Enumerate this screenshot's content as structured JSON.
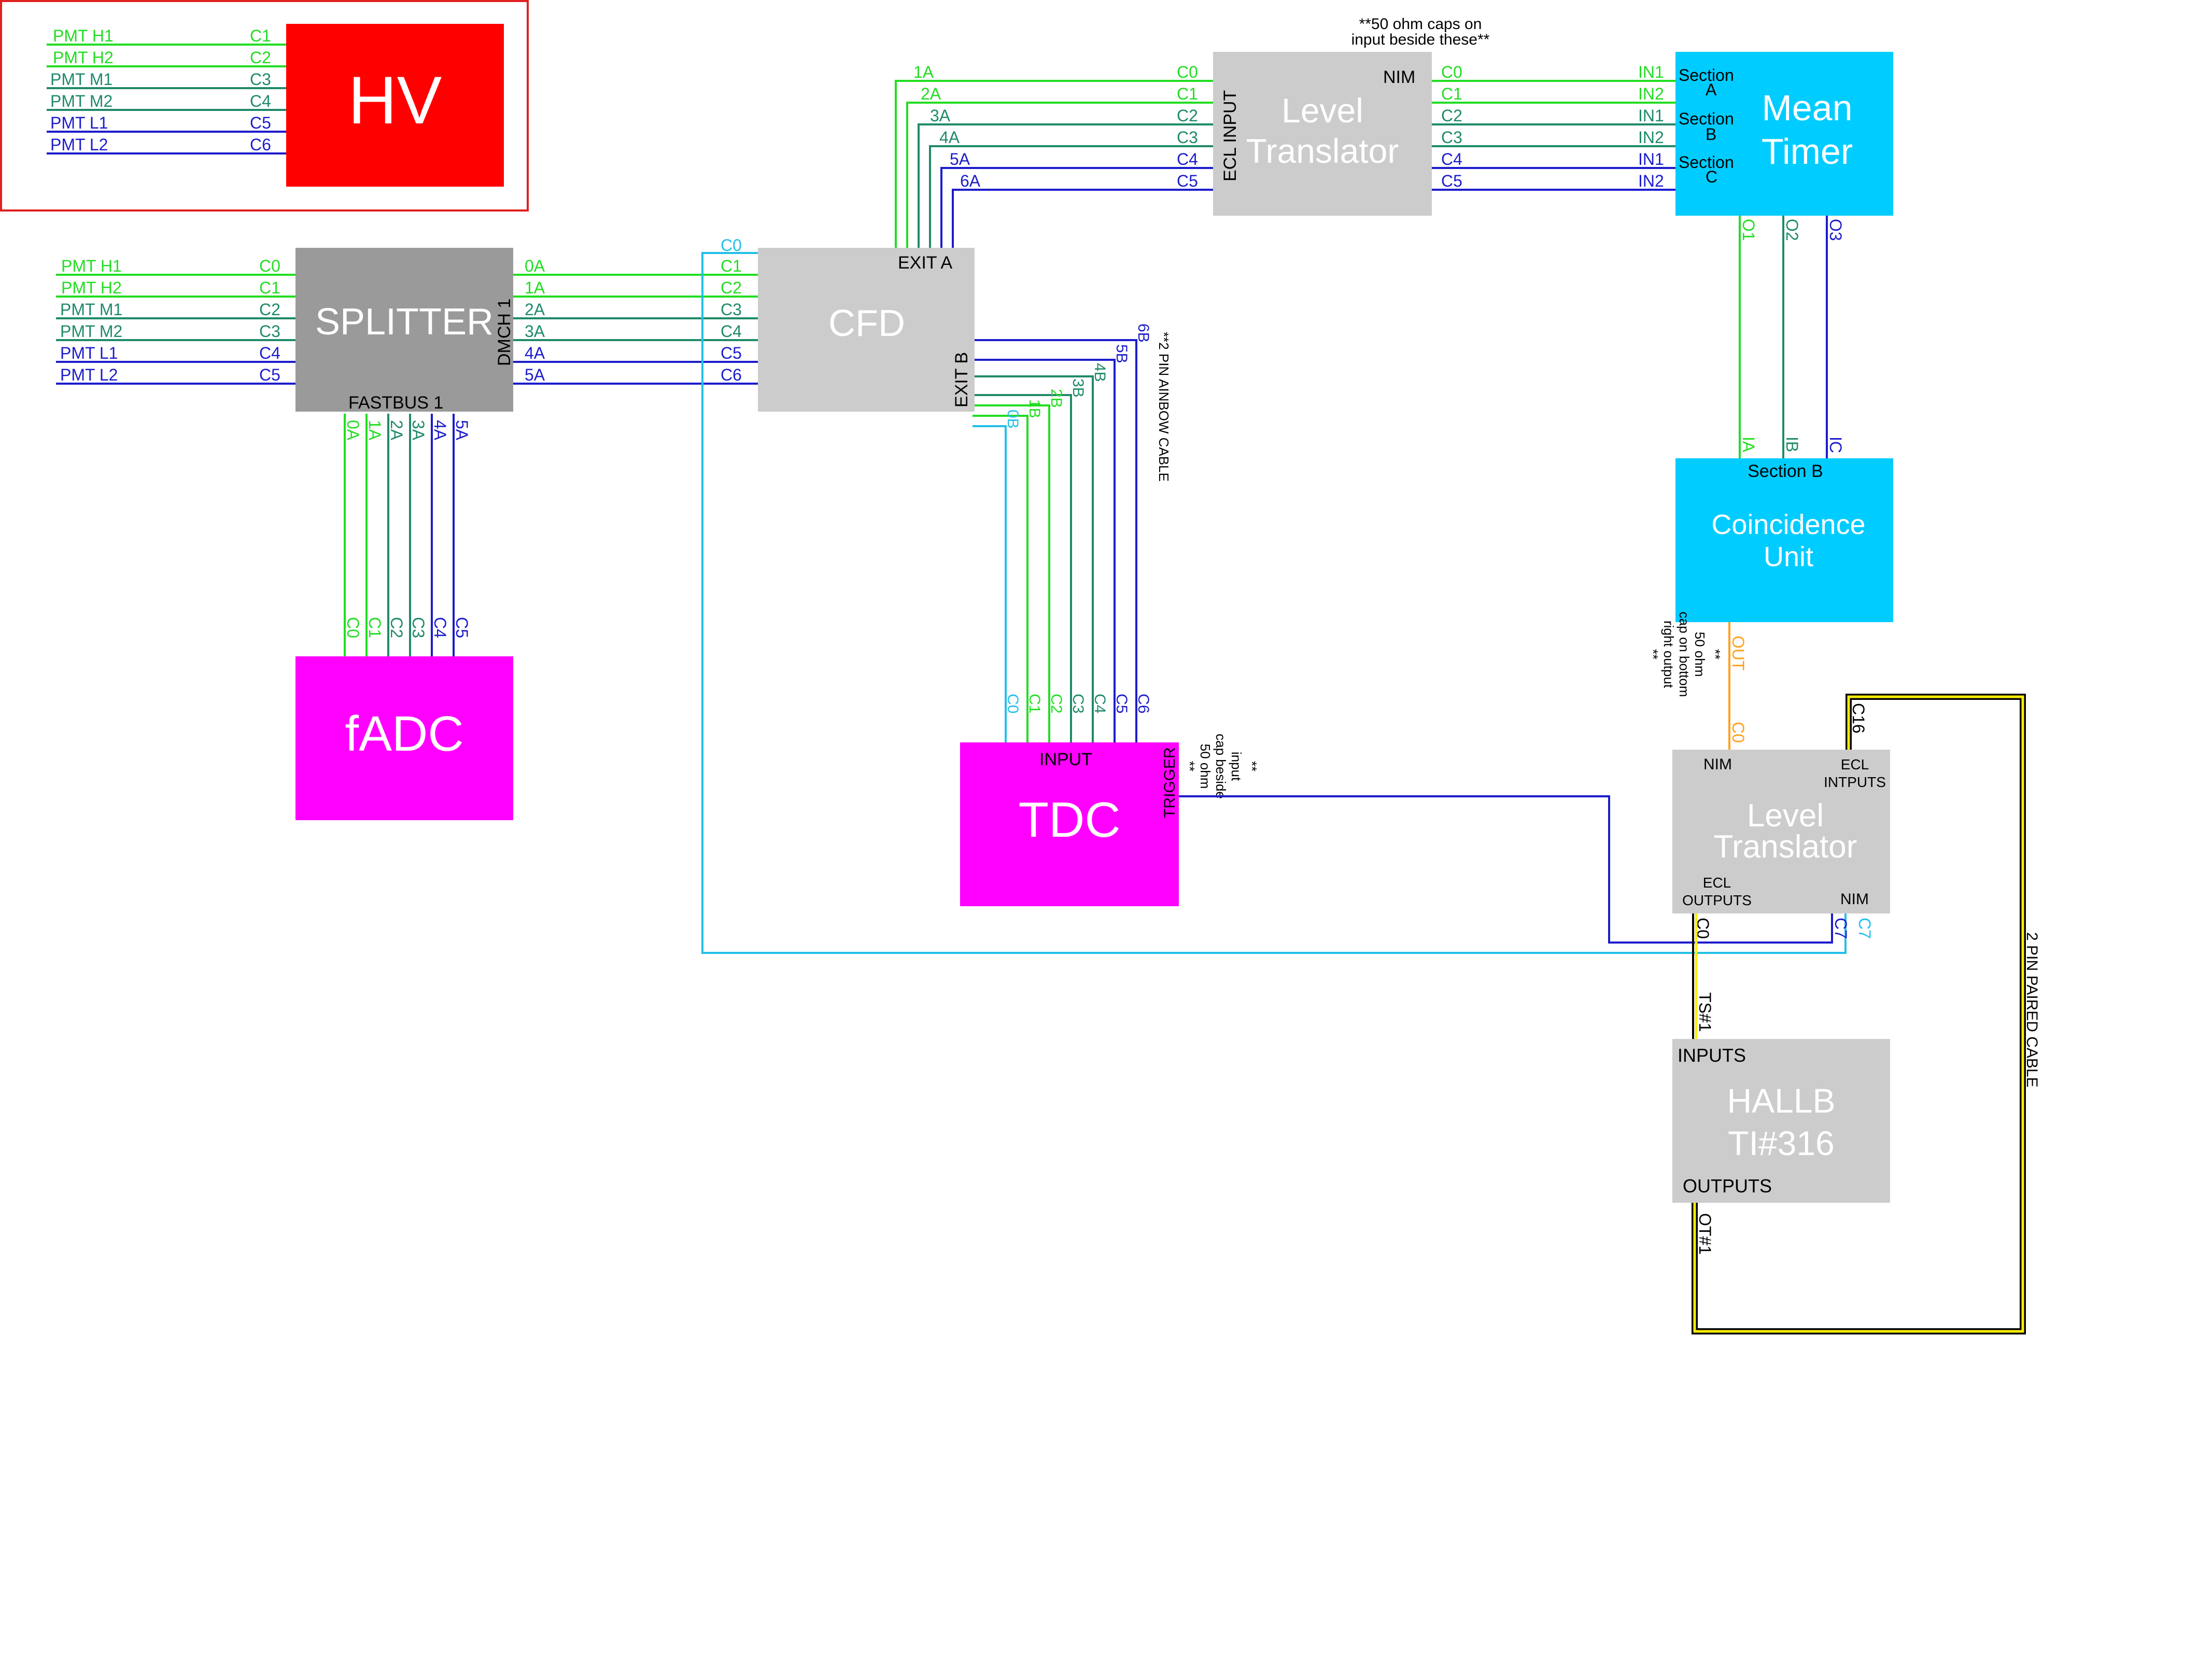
{
  "colors": {
    "green": "#22dd22",
    "teal": "#1f8a6a",
    "blue": "#1c1ccc",
    "cyan": "#22c0e8",
    "orange": "#ffa020",
    "yellow": "#ffee00",
    "red_box": "#ff0000",
    "magenta_box": "#ff00ff",
    "gray_box": "#cccccc",
    "dark_gray_box": "#9a9a9a",
    "cyan_box": "#00ccff",
    "border_red": "#e02020"
  },
  "hv": {
    "title": "HV",
    "inputs": [
      {
        "label": "PMT H1",
        "channel": "C1",
        "color": "green"
      },
      {
        "label": "PMT H2",
        "channel": "C2",
        "color": "green"
      },
      {
        "label": "PMT M1",
        "channel": "C3",
        "color": "teal"
      },
      {
        "label": "PMT M2",
        "channel": "C4",
        "color": "teal"
      },
      {
        "label": "PMT L1",
        "channel": "C5",
        "color": "blue"
      },
      {
        "label": "PMT L2",
        "channel": "C6",
        "color": "blue"
      }
    ]
  },
  "splitter": {
    "title": "SPLITTER",
    "right_label": "DMCH 1",
    "bottom_label": "FASTBUS 1",
    "inputs": [
      {
        "label": "PMT H1",
        "channel": "C0",
        "color": "green"
      },
      {
        "label": "PMT H2",
        "channel": "C1",
        "color": "green"
      },
      {
        "label": "PMT M1",
        "channel": "C2",
        "color": "teal"
      },
      {
        "label": "PMT M2",
        "channel": "C3",
        "color": "teal"
      },
      {
        "label": "PMT L1",
        "channel": "C4",
        "color": "blue"
      },
      {
        "label": "PMT L2",
        "channel": "C5",
        "color": "blue"
      }
    ],
    "outputs_right": [
      "0A",
      "1A",
      "2A",
      "3A",
      "4A",
      "5A"
    ],
    "outputs_down": [
      "0A",
      "1A",
      "2A",
      "3A",
      "4A",
      "5A"
    ]
  },
  "fadc": {
    "title": "fADC",
    "inputs": [
      "C0",
      "C1",
      "C2",
      "C3",
      "C4",
      "C5"
    ]
  },
  "cfd": {
    "title": "CFD",
    "exit_a": "EXIT A",
    "exit_b": "EXIT B",
    "inputs": [
      "C0",
      "C1",
      "C2",
      "C3",
      "C4",
      "C5",
      "C6"
    ],
    "exit_a_lines": [
      "1A",
      "2A",
      "3A",
      "4A",
      "5A",
      "6A"
    ],
    "exit_b_lines": [
      "0B",
      "1B",
      "2B",
      "3B",
      "4B",
      "5B",
      "6B"
    ]
  },
  "level_translator_1": {
    "title_line1": "Level",
    "title_line2": "Translator",
    "input_label": "ECL INPUT",
    "output_label": "NIM",
    "note": "**50 ohm caps on\ninput beside these**",
    "inputs": [
      "C0",
      "C1",
      "C2",
      "C3",
      "C4",
      "C5"
    ],
    "outputs": [
      "C0",
      "C1",
      "C2",
      "C3",
      "C4",
      "C5"
    ]
  },
  "mean_timer": {
    "title_line1": "Mean",
    "title_line2": "Timer",
    "inputs": [
      "IN1",
      "IN2",
      "IN1",
      "IN2",
      "IN1",
      "IN2"
    ],
    "sections": [
      "Section",
      "A",
      "Section",
      "B",
      "Section",
      "C"
    ],
    "outputs": [
      "O1",
      "O2",
      "O3"
    ]
  },
  "coincidence": {
    "header": "Section B",
    "title_line1": "Coincidence",
    "title_line2": "Unit",
    "inputs": [
      "IA",
      "IB",
      "IC"
    ],
    "output": "OUT",
    "note": "**\n50 ohm\ncap on bottom\nright output\n**"
  },
  "tdc": {
    "title": "TDC",
    "input_label": "INPUT",
    "trigger_label": "TRIGGER",
    "note": "**\n50 ohm\ncap beside\ninput\n**",
    "inputs": [
      "C0",
      "C1",
      "C2",
      "C3",
      "C4",
      "C5",
      "C6"
    ]
  },
  "rainbow_cable": "**2 PIN AINBOW CABLE",
  "level_translator_2": {
    "title_line1": "Level",
    "title_line2": "Translator",
    "nim_top": "NIM",
    "ecl_inputs": "ECL\nINTPUTS",
    "ecl_outputs": "ECL\nOUTPUTS",
    "nim_bottom": "NIM",
    "in_top_left": "C0",
    "in_top_right": "C16",
    "out_c0": "C0",
    "out_c7_blue": "C7",
    "out_c7_cyan": "C7"
  },
  "hallb": {
    "title_line1": "HALLB",
    "title_line2": "TI#316",
    "inputs_label": "INPUTS",
    "outputs_label": "OUTPUTS",
    "ts_label": "TS#1",
    "ot_label": "OT#1"
  },
  "paired_cable": "2 PIN PAIRED CABLE"
}
